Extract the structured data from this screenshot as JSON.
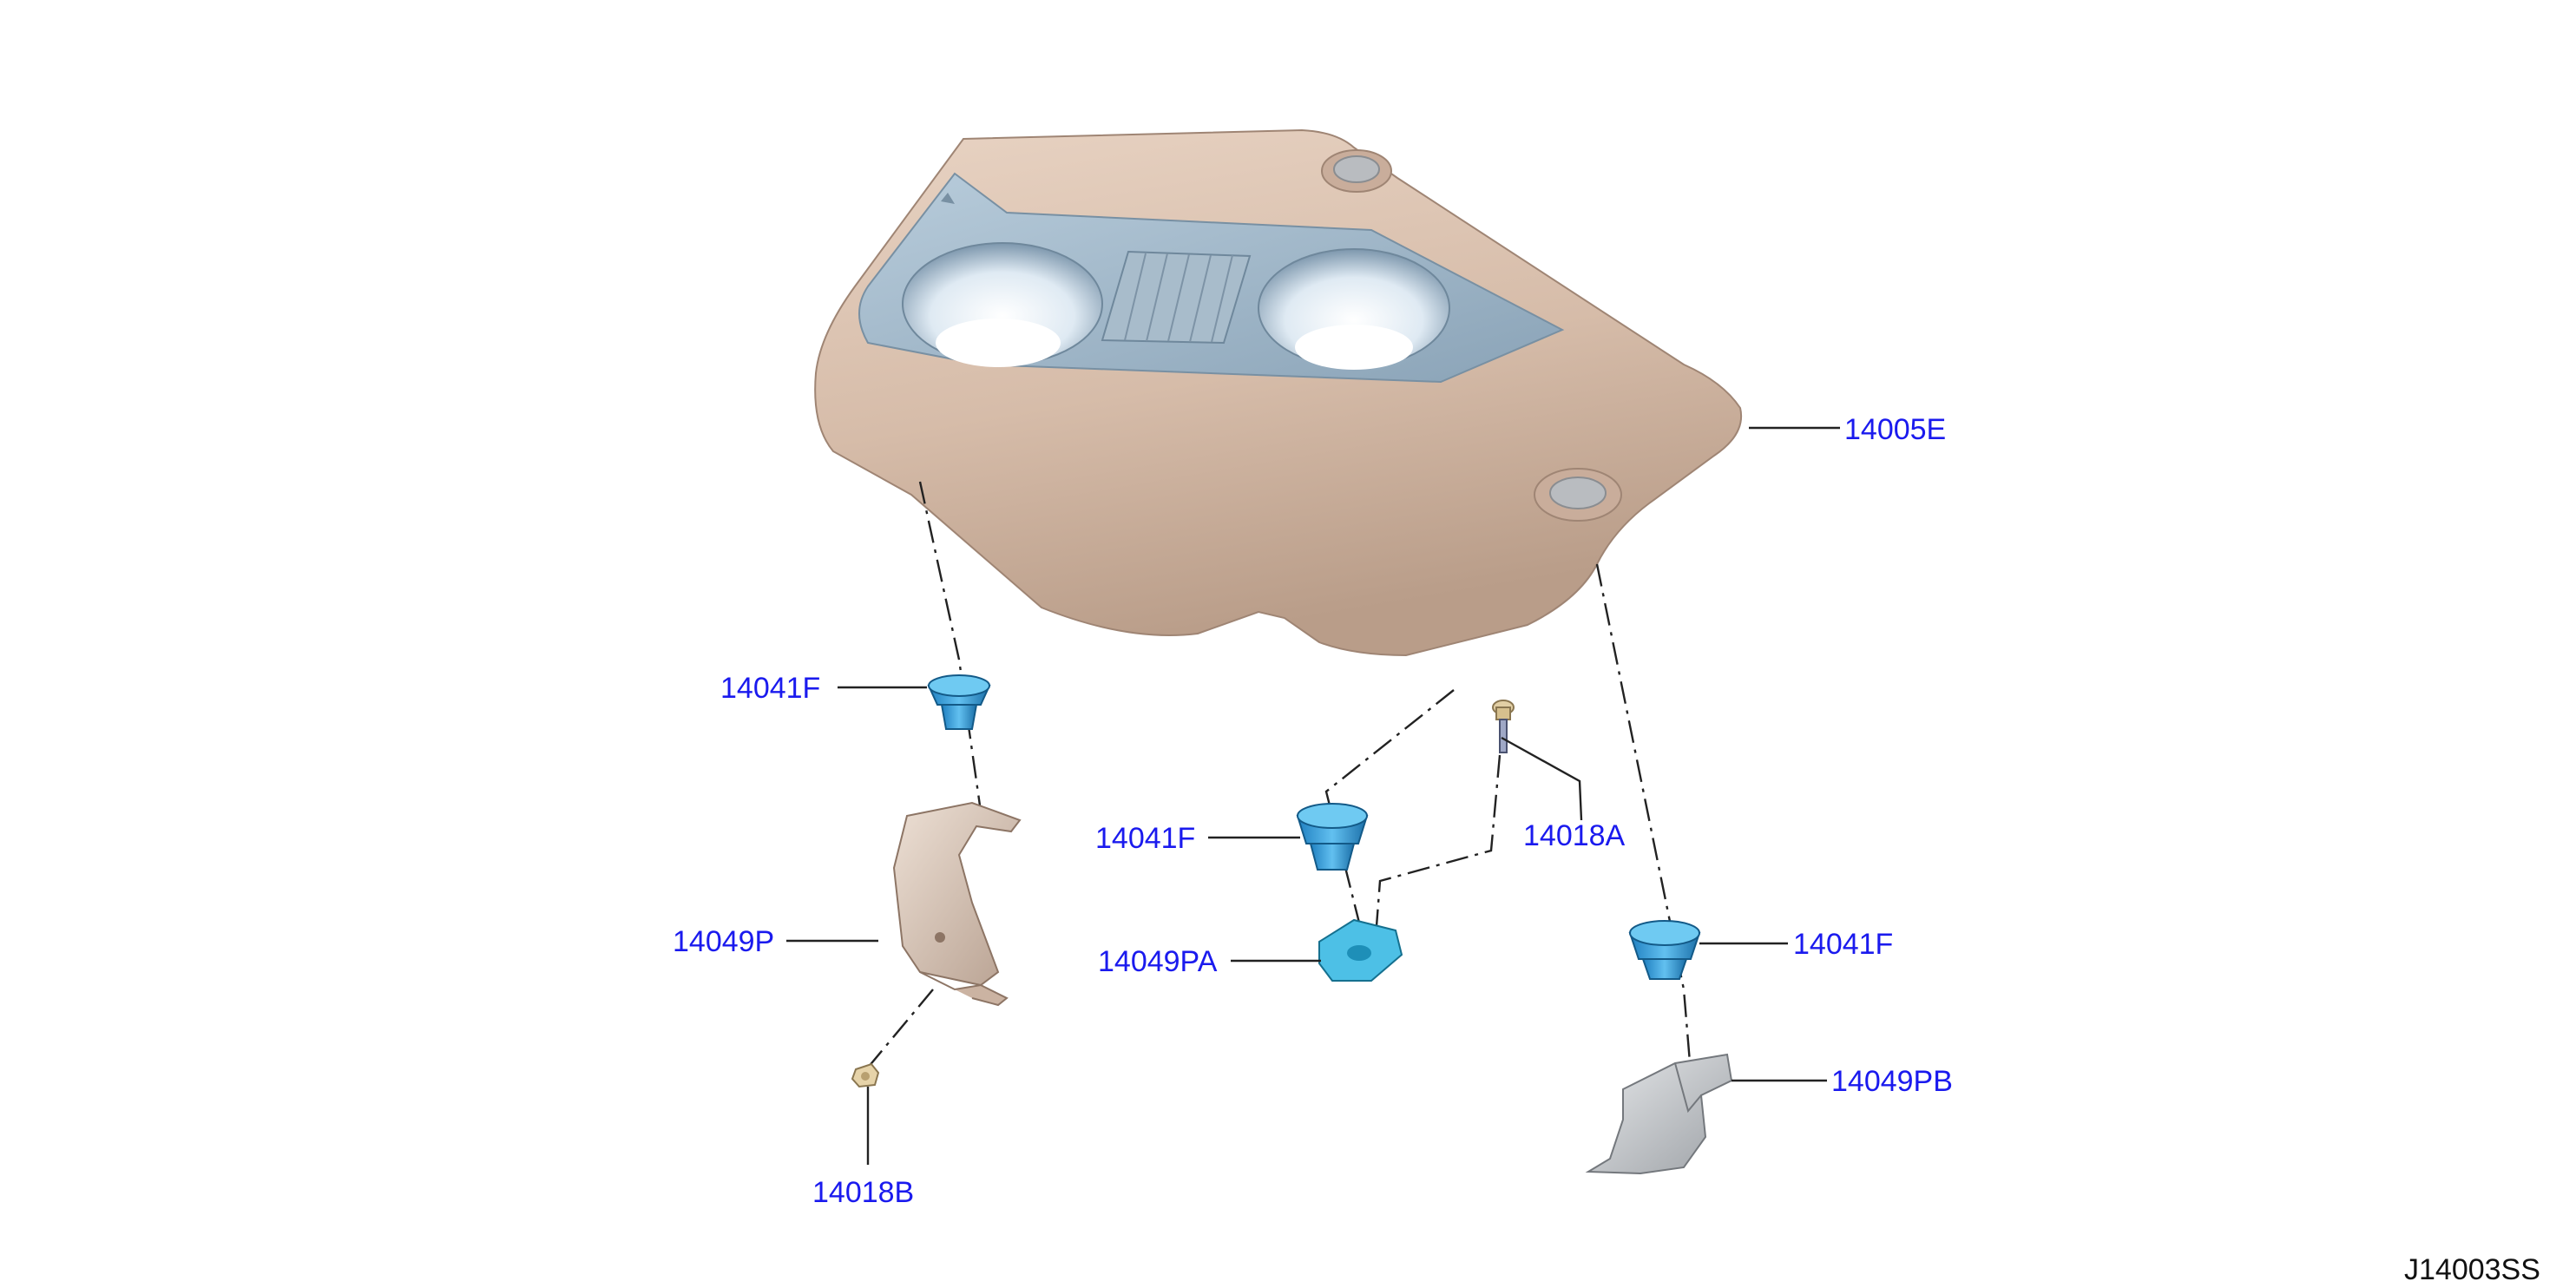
{
  "diagram_id": "J14003SS",
  "colors": {
    "cover": "#d9bfae",
    "cover_shade": "#b89a88",
    "cover_recess": "#9fb6c8",
    "grommet": "#3aa0d8",
    "bracket_tan": "#d8c2b2",
    "bracket_gray": "#c9cbce",
    "callout_text": "#1a1aee"
  },
  "callouts": [
    {
      "part": "engine-cover",
      "label": "14005E"
    },
    {
      "part": "grommet-left",
      "label": "14041F"
    },
    {
      "part": "grommet-center",
      "label": "14041F"
    },
    {
      "part": "grommet-right",
      "label": "14041F"
    },
    {
      "part": "bolt",
      "label": "14018A"
    },
    {
      "part": "bracket-left",
      "label": "14049P"
    },
    {
      "part": "bracket-center",
      "label": "14049PA"
    },
    {
      "part": "bracket-right",
      "label": "14049PB"
    },
    {
      "part": "nut",
      "label": "14018B"
    }
  ]
}
